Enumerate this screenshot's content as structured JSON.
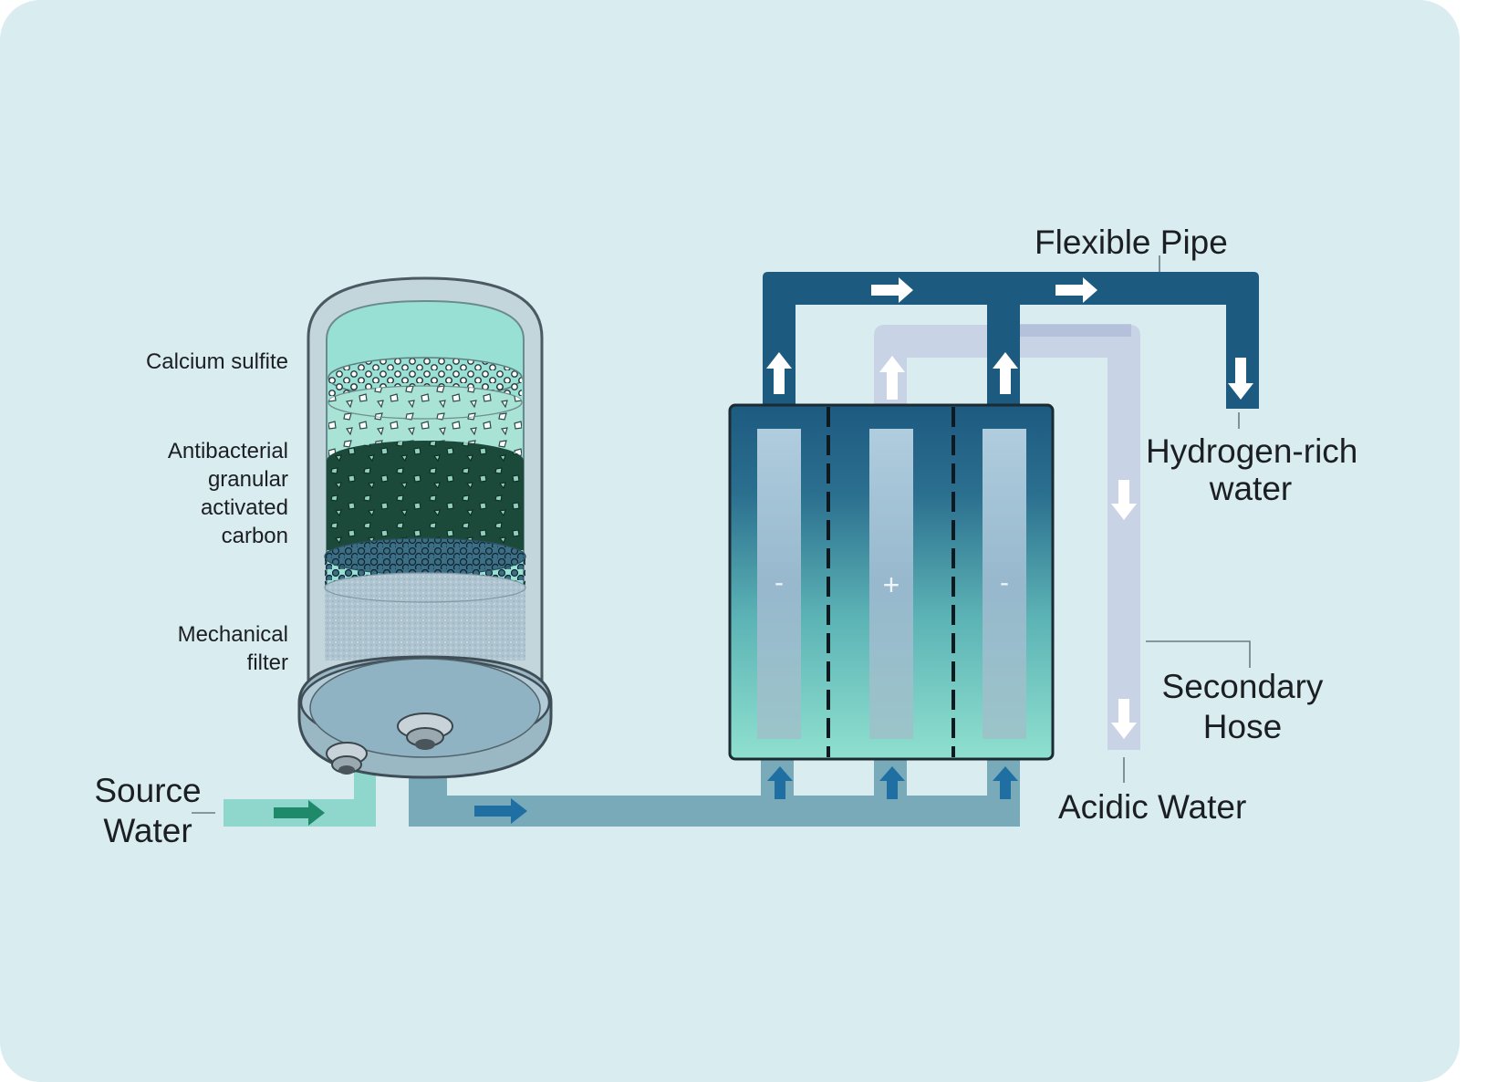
{
  "labels": {
    "calcium_sulfite": "Calcium sulfite",
    "carbon_1": "Antibacterial",
    "carbon_2": "granular",
    "carbon_3": "activated",
    "carbon_4": "carbon",
    "mech_1": "Mechanical",
    "mech_2": "filter",
    "source_1": "Source",
    "source_2": "Water",
    "flexible_pipe": "Flexible Pipe",
    "hydrogen_1": "Hydrogen-rich",
    "hydrogen_2": "water",
    "secondary_1": "Secondary",
    "secondary_2": "Hose",
    "acidic": "Acidic Water"
  },
  "electrodes": {
    "left_sign": "-",
    "middle_sign": "+",
    "right_sign": "-"
  },
  "colors": {
    "background": "#d9ecef",
    "dark_pipe": "#1d5a80",
    "light_hose": "#c9d3e6",
    "feed_pipe": "#78aab9",
    "source_pipe": "#8fd6cc",
    "green_arrow": "#1e8a6a",
    "blue_arrow": "#1f6fa3"
  }
}
